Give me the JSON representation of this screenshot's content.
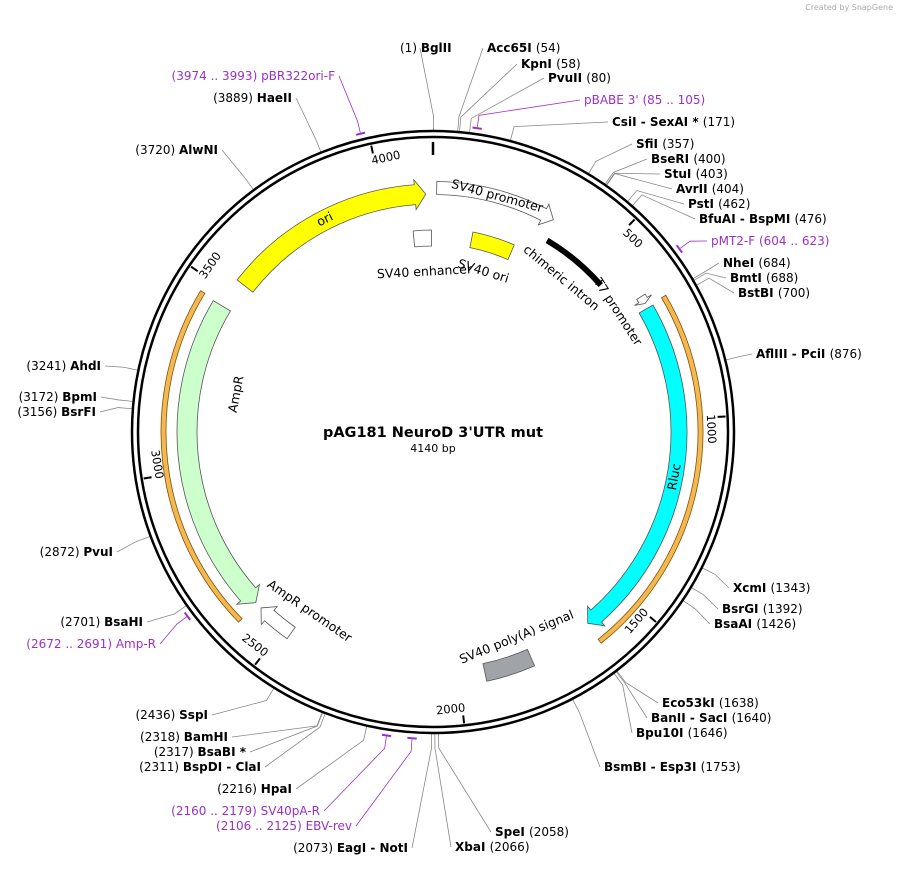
{
  "credit": "Created by SnapGene",
  "title": "pAG181 NeuroD 3'UTR mut",
  "length_label": "4140 bp",
  "total_bp": 4140,
  "colors": {
    "primer": "#9b30c8",
    "ori": "#ffff00",
    "rluc": "#00ffff",
    "ampr": "#ccffcc",
    "polyA": "#a0a4a8",
    "orf_outline": "#f2b950",
    "orf_dark": "#8a4f08"
  },
  "ticks": [
    {
      "label": "500",
      "bp": 500
    },
    {
      "label": "1000",
      "bp": 1000
    },
    {
      "label": "1500",
      "bp": 1500
    },
    {
      "label": "2000",
      "bp": 2000
    },
    {
      "label": "2500",
      "bp": 2500
    },
    {
      "label": "3000",
      "bp": 3000
    },
    {
      "label": "3500",
      "bp": 3500
    },
    {
      "label": "4000",
      "bp": 4000
    }
  ],
  "features": [
    {
      "name": "SV40 promoter",
      "start": 10,
      "end": 340,
      "kind": "arrow",
      "dir": 1,
      "fill": "#ffffff"
    },
    {
      "name": "SV40 enhancer",
      "start": 4075,
      "end": 4135,
      "kind": "box",
      "fill": "#ffffff"
    },
    {
      "name": "SV40 ori",
      "start": 130,
      "end": 270,
      "kind": "box",
      "fill": "#ffff00"
    },
    {
      "name": "chimeric intron",
      "start": 355,
      "end": 560,
      "kind": "bar",
      "fill": "#000000"
    },
    {
      "name": "T7 promoter",
      "start": 655,
      "end": 676,
      "kind": "arrow",
      "dir": 1,
      "fill": "#ffffff"
    },
    {
      "name": "Rluc",
      "start": 690,
      "end": 1622,
      "kind": "arrow",
      "dir": 1,
      "fill": "#00ffff"
    },
    {
      "name": "SV40 poly(A) signal",
      "start": 1800,
      "end": 1930,
      "kind": "box",
      "fill": "#a0a4a8"
    },
    {
      "name": "AmpR promoter",
      "start": 2475,
      "end": 2580,
      "kind": "arrow",
      "dir": 1,
      "fill": "#ffffff"
    },
    {
      "name": "AmpR",
      "start": 2600,
      "end": 3460,
      "kind": "arrow",
      "dir": -1,
      "fill": "#ccffcc"
    },
    {
      "name": "ori",
      "start": 3540,
      "end": 4120,
      "kind": "arrow",
      "dir": 1,
      "fill": "#ffff00"
    }
  ],
  "sites": [
    {
      "name": "BglII",
      "pos": "(1)",
      "bp": 1,
      "primer": false
    },
    {
      "name": "Acc65I",
      "pos": "(54)",
      "bp": 54,
      "primer": false
    },
    {
      "name": "KpnI",
      "pos": "(58)",
      "bp": 58,
      "primer": false
    },
    {
      "name": "PvuII",
      "pos": "(80)",
      "bp": 80,
      "primer": false
    },
    {
      "name": "pBABE 3'",
      "pos": "(85 .. 105)",
      "bp": 95,
      "primer": true
    },
    {
      "name": "CsiI  - SexAI *",
      "pos": "(171)",
      "bp": 171,
      "primer": false
    },
    {
      "name": "SfiI",
      "pos": "(357)",
      "bp": 357,
      "primer": false
    },
    {
      "name": "BseRI",
      "pos": "(400)",
      "bp": 400,
      "primer": false
    },
    {
      "name": "StuI",
      "pos": "(403)",
      "bp": 403,
      "primer": false
    },
    {
      "name": "AvrII",
      "pos": "(404)",
      "bp": 404,
      "primer": false
    },
    {
      "name": "PstI",
      "pos": "(462)",
      "bp": 462,
      "primer": false
    },
    {
      "name": "BfuAI  - BspMI",
      "pos": "(476)",
      "bp": 476,
      "primer": false
    },
    {
      "name": "pMT2-F",
      "pos": "(604 .. 623)",
      "bp": 614,
      "primer": true
    },
    {
      "name": "NheI",
      "pos": "(684)",
      "bp": 684,
      "primer": false
    },
    {
      "name": "BmtI",
      "pos": "(688)",
      "bp": 688,
      "primer": false
    },
    {
      "name": "BstBI",
      "pos": "(700)",
      "bp": 700,
      "primer": false
    },
    {
      "name": "AflIII  - PciI",
      "pos": "(876)",
      "bp": 876,
      "primer": false
    },
    {
      "name": "XcmI",
      "pos": "(1343)",
      "bp": 1343,
      "primer": false
    },
    {
      "name": "BsrGI",
      "pos": "(1392)",
      "bp": 1392,
      "primer": false
    },
    {
      "name": "BsaAI",
      "pos": "(1426)",
      "bp": 1426,
      "primer": false
    },
    {
      "name": "Eco53kI",
      "pos": "(1638)",
      "bp": 1638,
      "primer": false
    },
    {
      "name": "BanII  - SacI",
      "pos": "(1640)",
      "bp": 1640,
      "primer": false
    },
    {
      "name": "Bpu10I",
      "pos": "(1646)",
      "bp": 1646,
      "primer": false
    },
    {
      "name": "BsmBI  - Esp3I",
      "pos": "(1753)",
      "bp": 1753,
      "primer": false
    },
    {
      "name": "SpeI",
      "pos": "(2058)",
      "bp": 2058,
      "primer": false
    },
    {
      "name": "XbaI",
      "pos": "(2066)",
      "bp": 2066,
      "primer": false
    },
    {
      "name": "EagI  - NotI",
      "pos": "(2073)",
      "bp": 2073,
      "primer": false
    },
    {
      "name": "EBV-rev",
      "pos": "(2106 .. 2125)",
      "bp": 2115,
      "primer": true
    },
    {
      "name": "SV40pA-R",
      "pos": "(2160 .. 2179)",
      "bp": 2170,
      "primer": true
    },
    {
      "name": "HpaI",
      "pos": "(2216)",
      "bp": 2216,
      "primer": false
    },
    {
      "name": "BspDI  - ClaI",
      "pos": "(2311)",
      "bp": 2311,
      "primer": false
    },
    {
      "name": "BsaBI *",
      "pos": "(2317)",
      "bp": 2317,
      "primer": false
    },
    {
      "name": "BamHI",
      "pos": "(2318)",
      "bp": 2318,
      "primer": false
    },
    {
      "name": "SspI",
      "pos": "(2436)",
      "bp": 2436,
      "primer": false
    },
    {
      "name": "Amp-R",
      "pos": "(2672 .. 2691)",
      "bp": 2681,
      "primer": true
    },
    {
      "name": "BsaHI",
      "pos": "(2701)",
      "bp": 2701,
      "primer": false
    },
    {
      "name": "PvuI",
      "pos": "(2872)",
      "bp": 2872,
      "primer": false
    },
    {
      "name": "BsrFI",
      "pos": "(3156)",
      "bp": 3156,
      "primer": false
    },
    {
      "name": "BpmI",
      "pos": "(3172)",
      "bp": 3172,
      "primer": false
    },
    {
      "name": "AhdI",
      "pos": "(3241)",
      "bp": 3241,
      "primer": false
    },
    {
      "name": "AlwNI",
      "pos": "(3720)",
      "bp": 3720,
      "primer": false
    },
    {
      "name": "HaeII",
      "pos": "(3889)",
      "bp": 3889,
      "primer": false
    },
    {
      "name": "pBR322ori-F",
      "pos": "(3974 .. 3993)",
      "bp": 3983,
      "primer": true
    }
  ]
}
